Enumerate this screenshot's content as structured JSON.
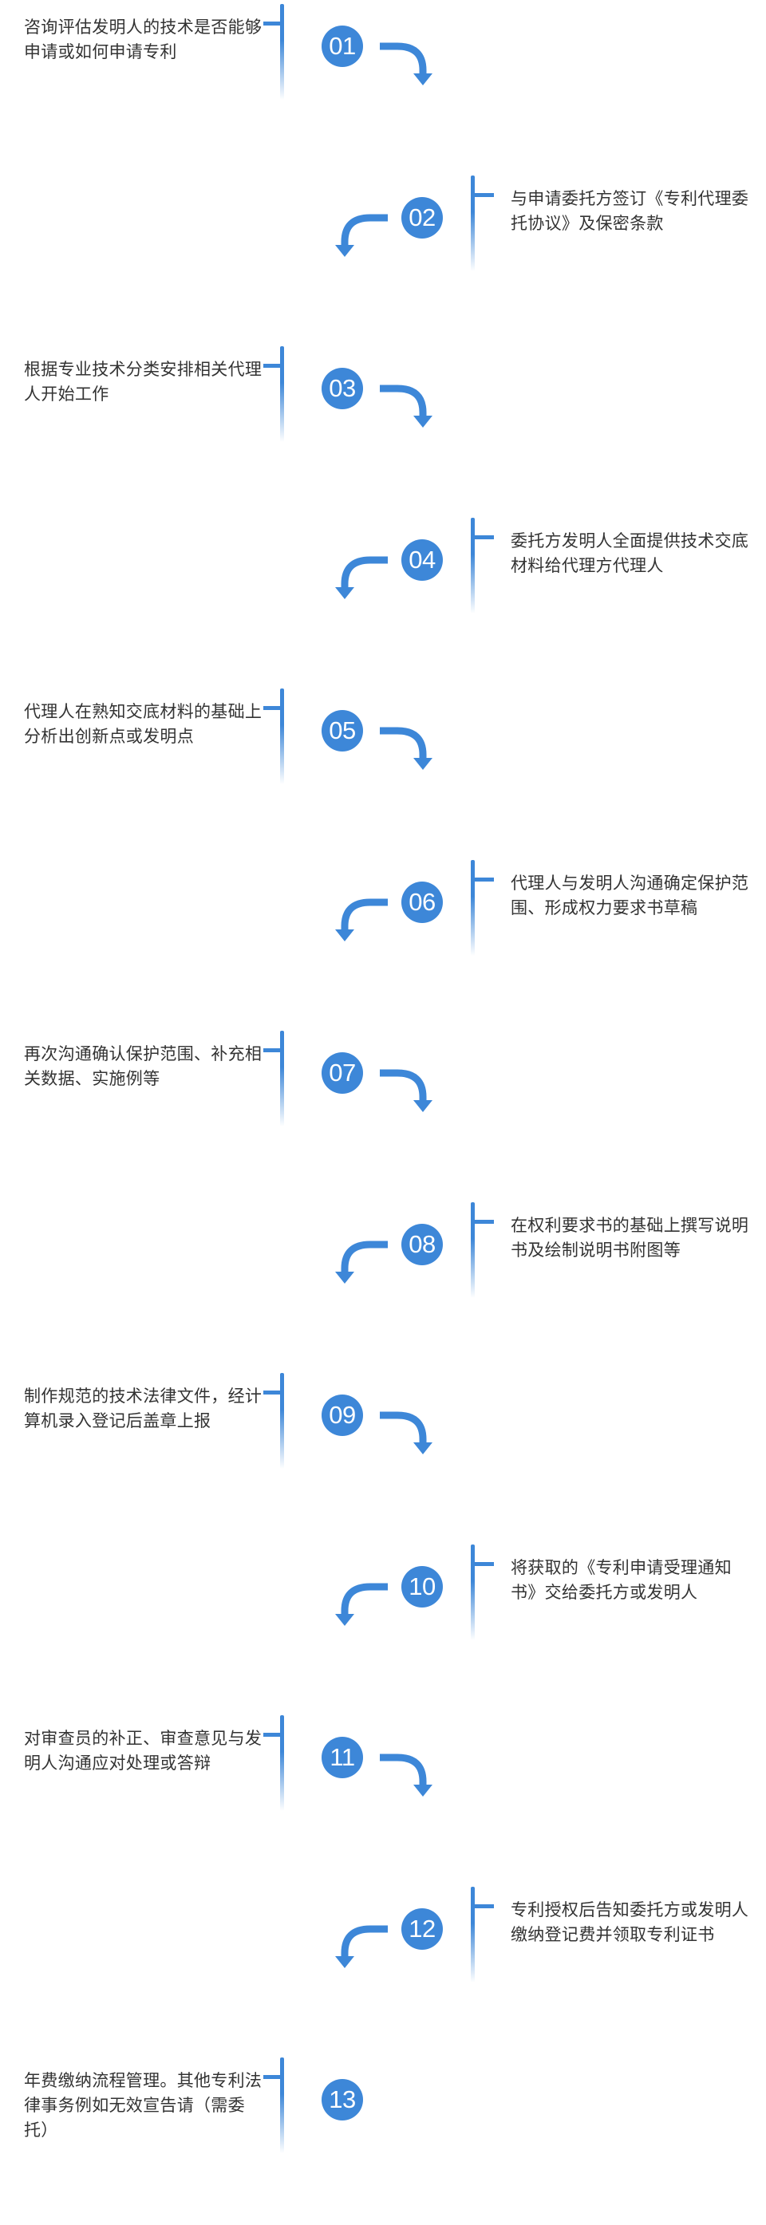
{
  "colors": {
    "accent": "#3d87d8",
    "text": "#333333",
    "background": "#ffffff"
  },
  "steps": [
    {
      "number": "01",
      "text": "咨询评估发明人的技术是否能够申请或如何申请专利"
    },
    {
      "number": "02",
      "text": "与申请委托方签订《专利代理委托协议》及保密条款"
    },
    {
      "number": "03",
      "text": "根据专业技术分类安排相关代理人开始工作"
    },
    {
      "number": "04",
      "text": "委托方发明人全面提供技术交底材料给代理方代理人"
    },
    {
      "number": "05",
      "text": "代理人在熟知交底材料的基础上分析出创新点或发明点"
    },
    {
      "number": "06",
      "text": "代理人与发明人沟通确定保护范围、形成权力要求书草稿"
    },
    {
      "number": "07",
      "text": "再次沟通确认保护范围、补充相关数据、实施例等"
    },
    {
      "number": "08",
      "text": "在权利要求书的基础上撰写说明书及绘制说明书附图等"
    },
    {
      "number": "09",
      "text": "制作规范的技术法律文件，经计算机录入登记后盖章上报"
    },
    {
      "number": "10",
      "text": "将获取的《专利申请受理通知书》交给委托方或发明人"
    },
    {
      "number": "11",
      "text": "对审查员的补正、审查意见与发明人沟通应对处理或答辩"
    },
    {
      "number": "12",
      "text": "专利授权后告知委托方或发明人缴纳登记费并领取专利证书"
    },
    {
      "number": "13",
      "text": "年费缴纳流程管理。其他专利法律事务例如无效宣告请（需委托）"
    }
  ]
}
